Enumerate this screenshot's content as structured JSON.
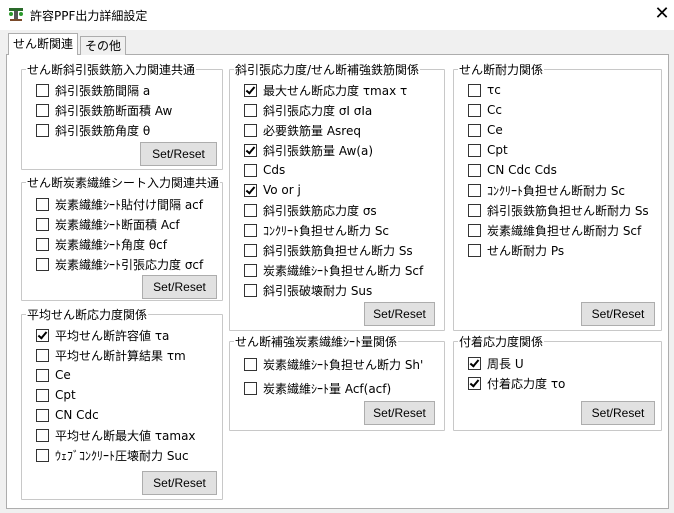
{
  "window": {
    "title": "許容PPF出力詳細設定",
    "close": "✕"
  },
  "tabs": [
    {
      "label": "せん断関連",
      "selected": true
    },
    {
      "label": "その他",
      "selected": false
    }
  ],
  "groups": [
    {
      "title": "せん断斜引張鉄筋入力関連共通",
      "button": "Set/Reset",
      "items": [
        {
          "label": "斜引張鉄筋間隔 a",
          "checked": false
        },
        {
          "label": "斜引張鉄筋断面積 Aw",
          "checked": false
        },
        {
          "label": "斜引張鉄筋角度 θ",
          "checked": false
        }
      ]
    },
    {
      "title": "せん断炭素繊維シート入力関連共通",
      "button": "Set/Reset",
      "items": [
        {
          "label": "炭素繊維ｼｰﾄ貼付け間隔 acf",
          "checked": false
        },
        {
          "label": "炭素繊維ｼｰﾄ断面積 Acf",
          "checked": false
        },
        {
          "label": "炭素繊維ｼｰﾄ角度 θcf",
          "checked": false
        },
        {
          "label": "炭素繊維ｼｰﾄ引張応力度 σcf",
          "checked": false
        }
      ]
    },
    {
      "title": "平均せん断応力度関係",
      "button": "Set/Reset",
      "items": [
        {
          "label": "平均せん断許容値 τa",
          "checked": true
        },
        {
          "label": "平均せん断計算結果 τm",
          "checked": false
        },
        {
          "label": "Ce",
          "checked": false
        },
        {
          "label": "Cpt",
          "checked": false
        },
        {
          "label": "CN Cdc",
          "checked": false
        },
        {
          "label": "平均せん断最大値 τamax",
          "checked": false
        },
        {
          "label": "ｳｪﾌﾞｺﾝｸﾘｰﾄ圧壊耐力 Suc",
          "checked": false
        }
      ]
    },
    {
      "title": "斜引張応力度/せん断補強鉄筋関係",
      "button": "Set/Reset",
      "items": [
        {
          "label": "最大せん断応力度 τmax  τ",
          "checked": true
        },
        {
          "label": "斜引張応力度 σI  σIa",
          "checked": false
        },
        {
          "label": "必要鉄筋量 Asreq",
          "checked": false
        },
        {
          "label": "斜引張鉄筋量 Aw(a)",
          "checked": true
        },
        {
          "label": "Cds",
          "checked": false
        },
        {
          "label": "Vo or j",
          "checked": true
        },
        {
          "label": "斜引張鉄筋応力度 σs",
          "checked": false
        },
        {
          "label": "ｺﾝｸﾘｰﾄ負担せん断力 Sc",
          "checked": false
        },
        {
          "label": "斜引張鉄筋負担せん断力 Ss",
          "checked": false
        },
        {
          "label": "炭素繊維ｼｰﾄ負担せん断力 Scf",
          "checked": false
        },
        {
          "label": "斜引張破壊耐力 Sus",
          "checked": false
        }
      ]
    },
    {
      "title": "せん断補強炭素繊維ｼｰﾄ量関係",
      "button": "Set/Reset",
      "items": [
        {
          "label": "炭素繊維ｼｰﾄ負担せん断力 Sh'",
          "checked": false
        },
        {
          "label": "炭素繊維ｼｰﾄ量 Acf(acf)",
          "checked": false
        }
      ]
    },
    {
      "title": "せん断耐力関係",
      "button": "Set/Reset",
      "items": [
        {
          "label": "τc",
          "checked": false
        },
        {
          "label": "Cc",
          "checked": false
        },
        {
          "label": "Ce",
          "checked": false
        },
        {
          "label": "Cpt",
          "checked": false
        },
        {
          "label": "CN Cdc Cds",
          "checked": false
        },
        {
          "label": "ｺﾝｸﾘｰﾄ負担せん断耐力 Sc",
          "checked": false
        },
        {
          "label": "斜引張鉄筋負担せん断耐力 Ss",
          "checked": false
        },
        {
          "label": "炭素繊維負担せん断耐力 Scf",
          "checked": false
        },
        {
          "label": "せん断耐力 Ps",
          "checked": false
        }
      ]
    },
    {
      "title": "付着応力度関係",
      "button": "Set/Reset",
      "items": [
        {
          "label": "周長 U",
          "checked": true
        },
        {
          "label": "付着応力度 τo",
          "checked": true
        }
      ]
    }
  ]
}
